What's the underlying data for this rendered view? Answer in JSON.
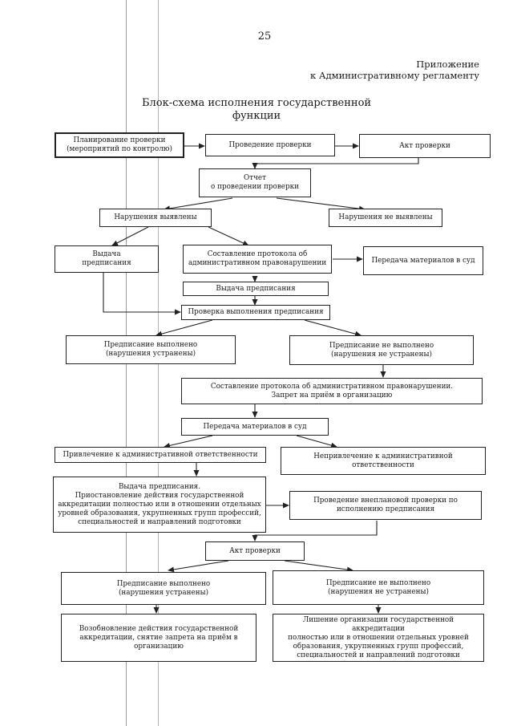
{
  "page_number": "25",
  "appendix": {
    "line1": "Приложение",
    "line2": "к Административному регламенту"
  },
  "title": {
    "line1": "Блок-схема исполнения государственной",
    "line2": "функции"
  },
  "nodes": {
    "planning": "Планирование проверки\n(мероприятий по контролю)",
    "inspection": "Проведение проверки",
    "act1": "Акт проверки",
    "report": "Отчет\nо проведении проверки",
    "violations_found": "Нарушения выявлены",
    "violations_not_found": "Нарушения не выявлены",
    "issue_order1": "Выдача\nпредписания",
    "protocol1": "Составление протокола об\nадминистративном правонарушении",
    "transfer_court1": "Передача материалов в суд",
    "issue_order2": "Выдача предписания",
    "check_execution": "Проверка выполнения предписания",
    "fulfilled1": "Предписание выполнено\n(нарушения устранены)",
    "not_fulfilled1": "Предписание не выполнено\n(нарушения не устранены)",
    "protocol_ban": "Составление протокола об административном правонарушении.\nЗапрет на приём в организацию",
    "transfer_court2": "Передача материалов в суд",
    "liability": "Привлечение к административной ответственности",
    "no_liability": "Непривлечение к административной\nответственности",
    "suspension": "Выдача предписания.\nПриостановление действия государственной\nаккредитации полностью или в отношении отдельных\nуровней образования, укрупненных групп профессий,\nспециальностей и направлений подготовки",
    "unscheduled": "Проведение внеплановой проверки по\nисполнению предписания",
    "act2": "Акт проверки",
    "fulfilled2": "Предписание выполнено\n(нарушения устранены)",
    "not_fulfilled2": "Предписание не выполнено\n(нарушения не устранены)",
    "resume": "Возобновление действия государственной\nаккредитации, снятие запрета на приём в\nорганизацию",
    "revoke": "Лишение организации государственной аккредитации\nполностью или в отношении отдельных уровней\nобразования, укрупненных групп профессий,\nспециальностей и направлений подготовки"
  }
}
